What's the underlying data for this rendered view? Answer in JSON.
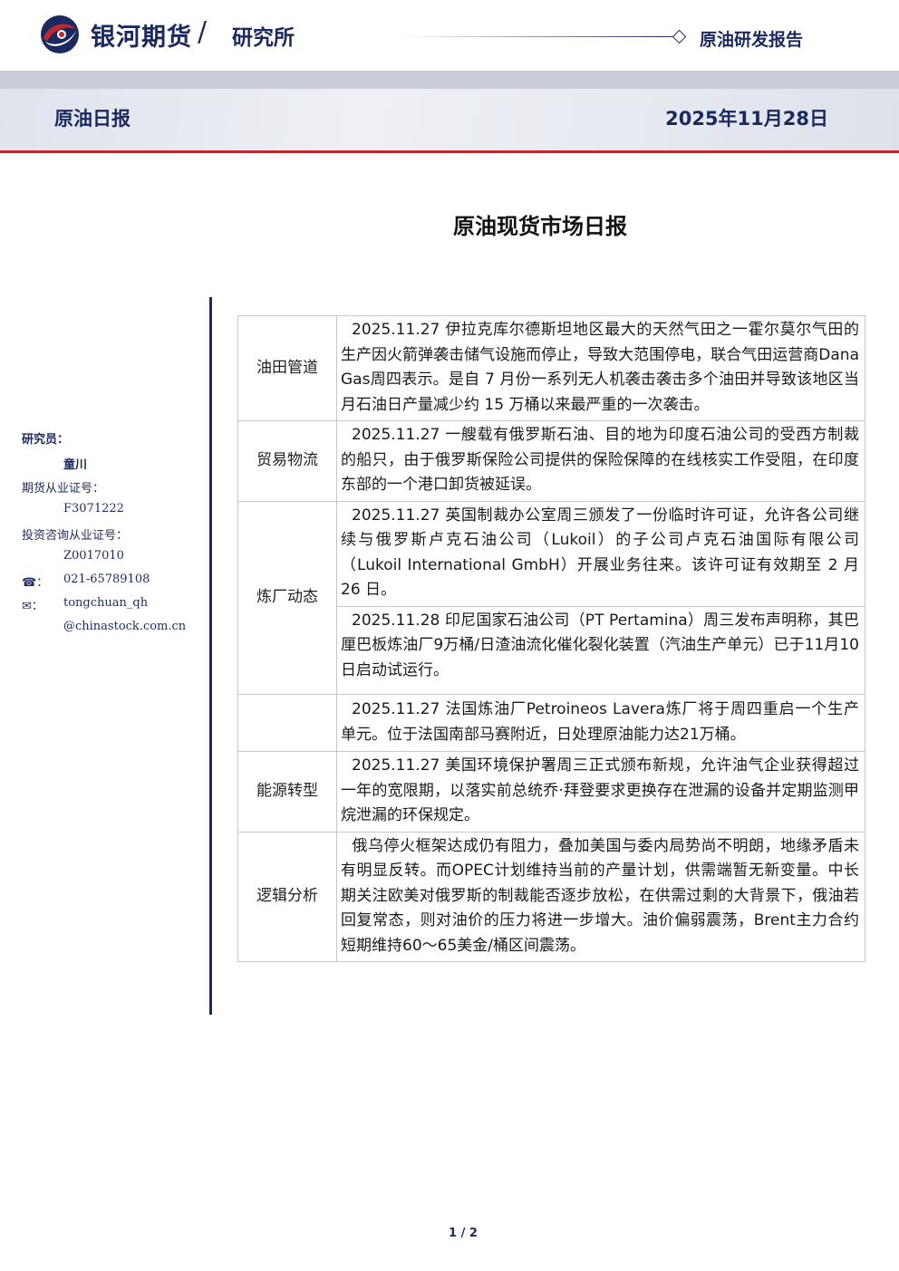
{
  "header": {
    "brand_name": "银河期货",
    "slash": "/",
    "brand_sub": "研究所",
    "report_type": "原油研发报告",
    "brand_color": "#1b2a5e",
    "accent_color": "#c0282d"
  },
  "banner": {
    "title": "原油日报",
    "date": "2025年11月28日"
  },
  "document": {
    "title": "原油现货市场日报"
  },
  "analyst": {
    "researcher_label": "研究员：",
    "researcher_name": "童川",
    "futures_cert_label": "期货从业证号：",
    "futures_cert": "F3071222",
    "advisory_cert_label": "投资咨询从业证号：",
    "advisory_cert": "Z0017010",
    "phone_icon": "☎：",
    "phone": "021-65789108",
    "email_icon": "✉：",
    "email_line1": "tongchuan_qh",
    "email_line2": "@chinastock.com.cn"
  },
  "table": {
    "rows": [
      {
        "category": "油田管道",
        "text": "2025.11.27 伊拉克库尔德斯坦地区最大的天然气田之一霍尔莫尔气田的生产因火箭弹袭击储气设施而停止，导致大范围停电，联合气田运营商Dana Gas周四表示。是自 7 月份一系列无人机袭击袭击多个油田并导致该地区当月石油日产量减少约 15 万桶以来最严重的一次袭击。"
      },
      {
        "category": "贸易物流",
        "text": "2025.11.27 一艘载有俄罗斯石油、目的地为印度石油公司的受西方制裁的船只，由于俄罗斯保险公司提供的保险保障的在线核实工作受阻，在印度东部的一个港口卸货被延误。"
      },
      {
        "category": "炼厂动态",
        "text": "2025.11.27 英国制裁办公室周三颁发了一份临时许可证，允许各公司继续与俄罗斯卢克石油公司（Lukoil）的子公司卢克石油国际有限公司（Lukoil International GmbH）开展业务往来。该许可证有效期至 2 月 26 日。"
      },
      {
        "category": "",
        "text": "2025.11.28 印尼国家石油公司（PT Pertamina）周三发布声明称，其巴厘巴板炼油厂9万桶/日渣油流化催化裂化装置（汽油生产单元）已于11月10日启动试运行。"
      },
      {
        "category": "",
        "text": "2025.11.27 法国炼油厂Petroineos Lavera炼厂将于周四重启一个生产单元。位于法国南部马赛附近，日处理原油能力达21万桶。"
      },
      {
        "category": "能源转型",
        "text": "2025.11.27 美国环境保护署周三正式颁布新规，允许油气企业获得超过一年的宽限期，以落实前总统乔·拜登要求更换存在泄漏的设备并定期监测甲烷泄漏的环保规定。"
      },
      {
        "category": "逻辑分析",
        "text": "俄乌停火框架达成仍有阻力，叠加美国与委内局势尚不明朗，地缘矛盾未有明显反转。而OPEC计划维持当前的产量计划，供需端暂无新变量。中长期关注欧美对俄罗斯的制裁能否逐步放松，在供需过剩的大背景下，俄油若回复常态，则对油价的压力将进一步增大。油价偏弱震荡，Brent主力合约短期维持60～65美金/桶区间震荡。"
      }
    ]
  },
  "footer": {
    "page": "1 / 2"
  }
}
